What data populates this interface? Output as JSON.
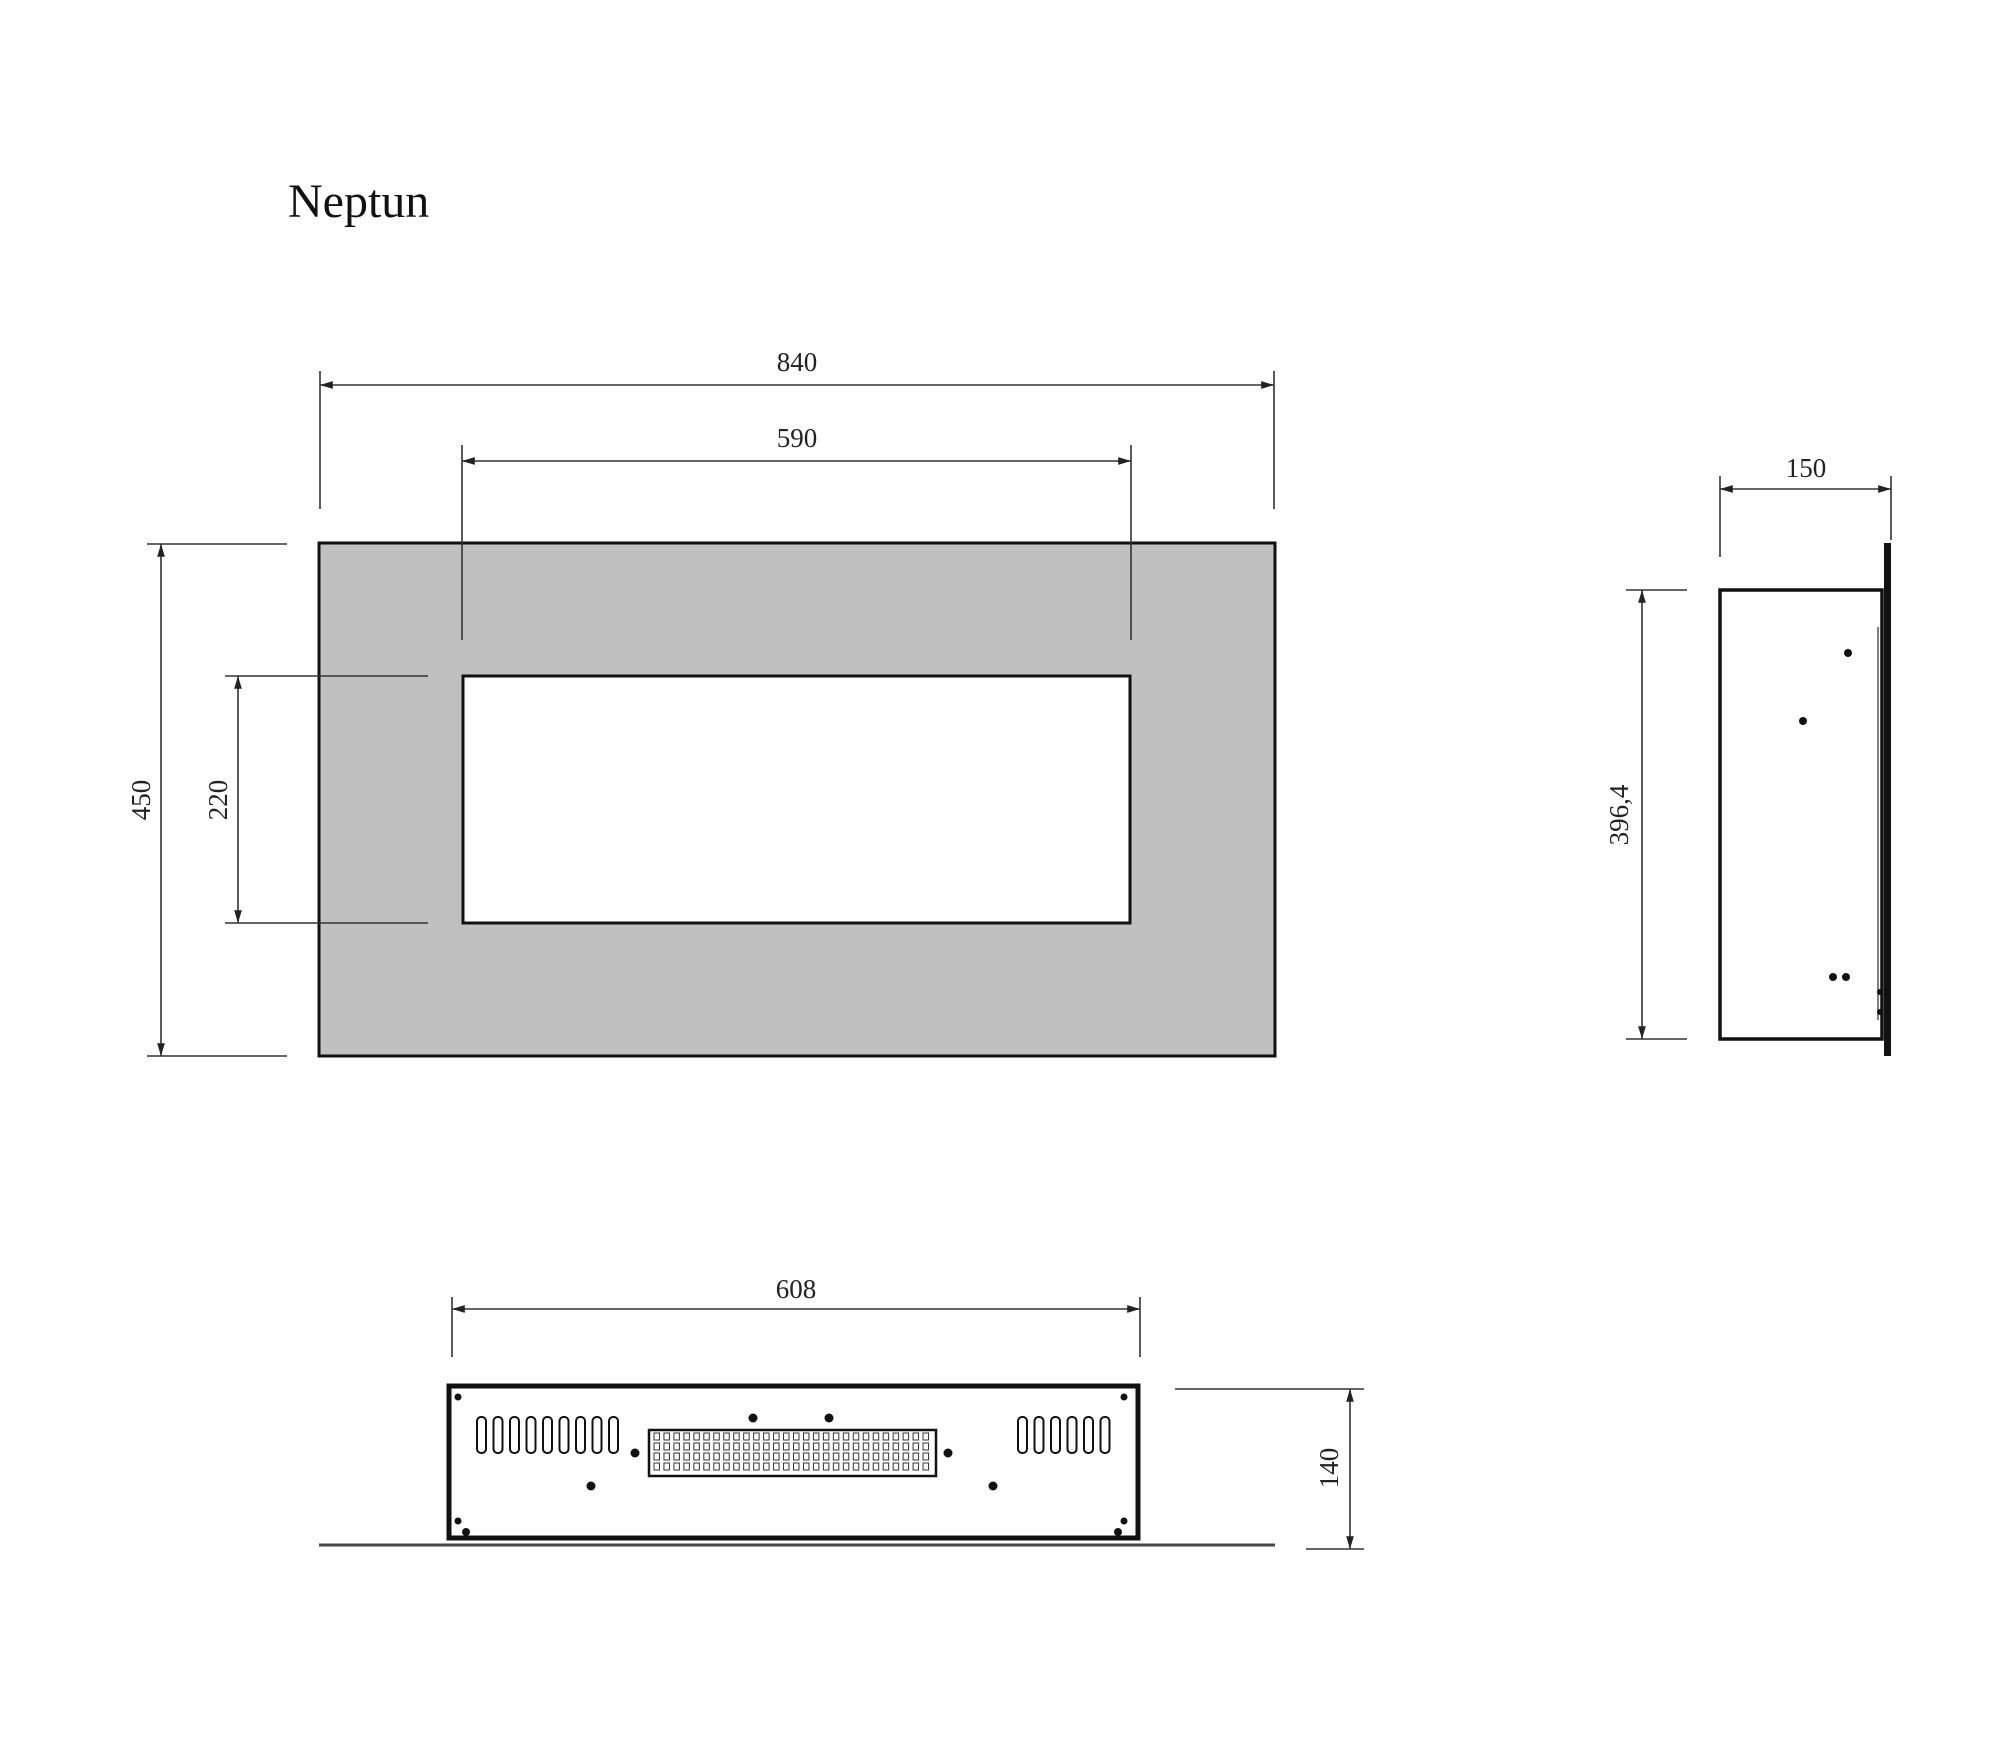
{
  "title": "Neptun",
  "colors": {
    "frame_fill": "#c0c0c0",
    "line": "#111111"
  },
  "front_view": {
    "width_label": "840",
    "opening_width_label": "590",
    "height_label": "450",
    "opening_height_label": "220"
  },
  "side_view": {
    "depth_label": "150",
    "height_label": "396,4"
  },
  "bottom_view": {
    "width_label": "608",
    "height_label": "140",
    "left_vent_slots": 9,
    "right_vent_slots": 6,
    "grille_rows": 4,
    "grille_cols": 28
  }
}
